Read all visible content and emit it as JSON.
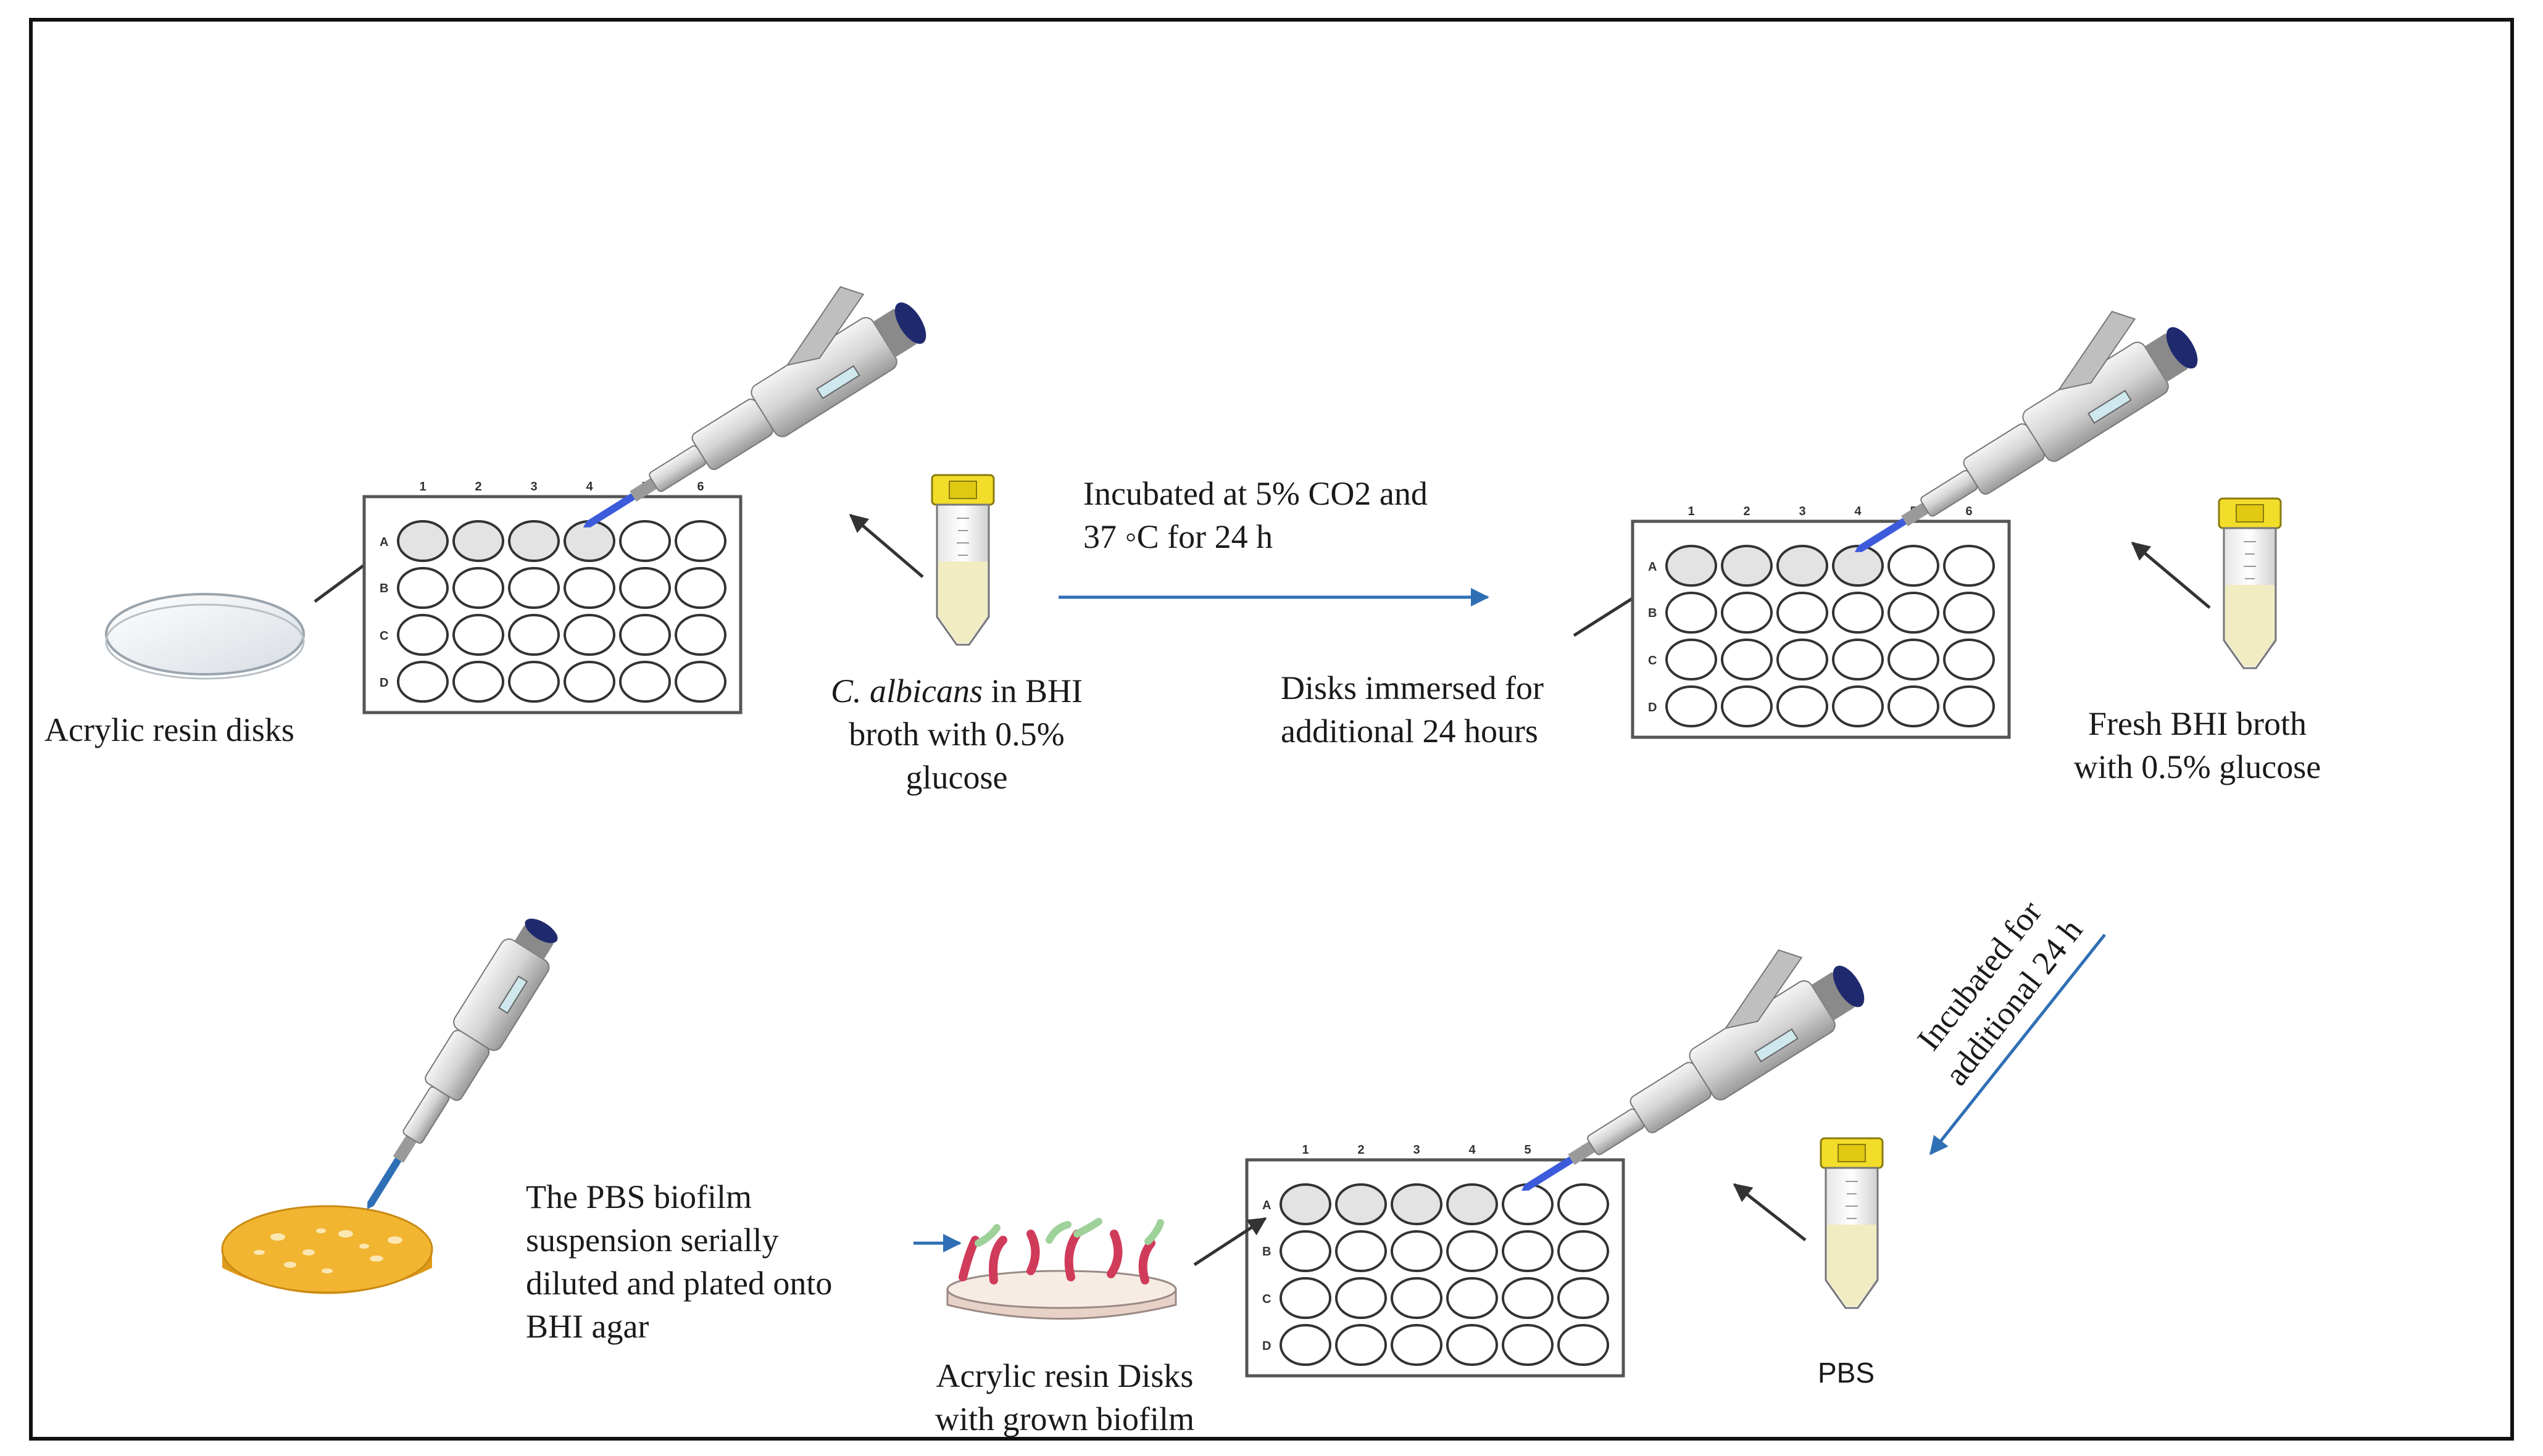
{
  "labels": {
    "disks": "Acrylic resin disks",
    "inoc_italic": "C. albicans",
    "inoc_rest1": " in BHI",
    "inoc_line2": "broth with 0.5%",
    "inoc_line3": "glucose",
    "incubate1_line1": "Incubated at 5% CO2 and",
    "incubate1_line2": "37 ◦C for 24 h",
    "immersed_line1": "Disks immersed for",
    "immersed_line2": "additional 24 hours",
    "fresh_line1": "Fresh BHI broth",
    "fresh_line2": "with 0.5% glucose",
    "incubate2_line1": "Incubated for",
    "incubate2_line2": "additional 24 h",
    "pbs": "PBS",
    "biofilm_line1": "Acrylic resin Disks",
    "biofilm_line2": "with grown biofilm",
    "plating_line1": "The PBS biofilm",
    "plating_line2": "suspension serially",
    "plating_line3": "diluted and plated onto",
    "plating_line4": "BHI agar"
  },
  "plate": {
    "columns": [
      "1",
      "2",
      "3",
      "4",
      "5",
      "6"
    ],
    "rows": [
      "A",
      "B",
      "C",
      "D"
    ]
  },
  "colors": {
    "frame": "#111111",
    "arrow_blue": "#2f6fb5",
    "arrow_dark": "#333333",
    "broth": "#f2ecc2",
    "cap": "#f2dd2a",
    "agar": "#f2b531",
    "pipette_tip": "#3b5bdb"
  }
}
